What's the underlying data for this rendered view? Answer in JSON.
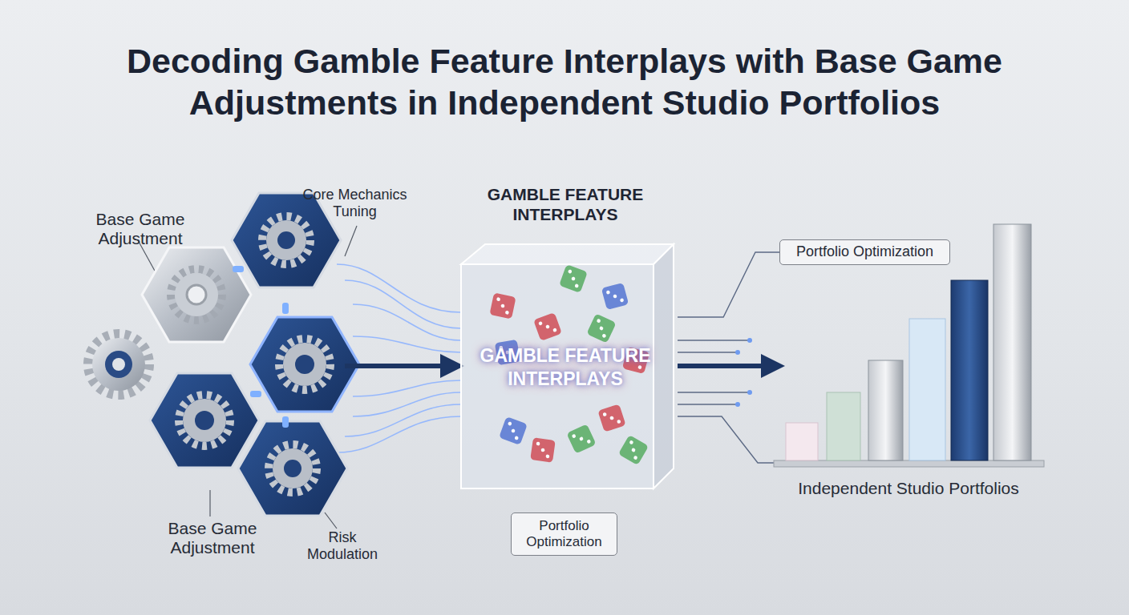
{
  "diagram": {
    "title": "Decoding Gamble Feature Interplays with Base Game Adjustments in Independent Studio Portfolios",
    "nodes": [
      {
        "text": [
          "GAMBLE FEATURE INTERPLAYS",
          "GAMBLE FEATURE INTERPLAYS"
        ]
      },
      {
        "text": [
          "Portfolio Optimization"
        ]
      },
      {
        "text": [
          "Portfolio Optimization"
        ]
      }
    ],
    "edges": [
      {
        "from": 0,
        "to": 1,
        "arrow": "none"
      }
    ],
    "labels": [
      "Base Game Adjustment",
      "Core Mechanics Tuning",
      "Base Game Adjustment",
      "Risk Modulation",
      "Independent Studio Portfolios"
    ]
  }
}
